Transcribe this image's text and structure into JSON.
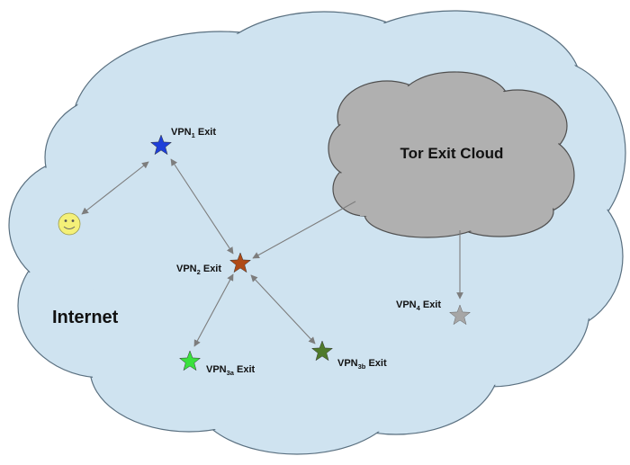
{
  "diagram": {
    "cloud_fill": "#cfe3f0",
    "cloud_stroke": "#5a7080",
    "tor_fill": "#b0b0b0",
    "tor_stroke": "#4f4f4f",
    "arrow_color": "#7d7d7d",
    "internet_label": "Internet",
    "tor_cloud_label": "Tor Exit Cloud",
    "nodes": {
      "user": {
        "icon": "smiley-icon",
        "color": "#f4f078"
      },
      "vpn1": {
        "base": "VPN",
        "sub": "1",
        "suffix": " Exit",
        "color": "#1e3fd9"
      },
      "vpn2": {
        "base": "VPN",
        "sub": "2",
        "suffix": " Exit",
        "color": "#b04a16"
      },
      "vpn3a": {
        "base": "VPN",
        "sub": "3a",
        "suffix": " Exit",
        "color": "#39e13d"
      },
      "vpn3b": {
        "base": "VPN",
        "sub": "3b",
        "suffix": " Exit",
        "color": "#4f7a2a"
      },
      "vpn4": {
        "base": "VPN",
        "sub": "4",
        "suffix": " Exit",
        "color": "#a6a6a6"
      }
    },
    "connections": [
      {
        "from": "user",
        "to": "vpn1",
        "bidirectional": true
      },
      {
        "from": "vpn1",
        "to": "vpn2",
        "bidirectional": true
      },
      {
        "from": "vpn2",
        "to": "vpn3a",
        "bidirectional": true
      },
      {
        "from": "vpn2",
        "to": "vpn3b",
        "bidirectional": true
      },
      {
        "from": "tor",
        "to": "vpn2",
        "bidirectional": false
      },
      {
        "from": "tor",
        "to": "vpn4",
        "bidirectional": false
      }
    ]
  }
}
